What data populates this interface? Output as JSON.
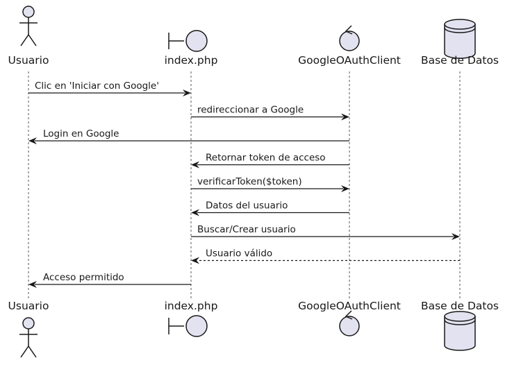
{
  "participants": [
    {
      "id": "usuario",
      "name": "Usuario",
      "kind": "actor",
      "icon": "actor-icon"
    },
    {
      "id": "index",
      "name": "index.php",
      "kind": "boundary",
      "icon": "boundary-icon"
    },
    {
      "id": "oauth",
      "name": "GoogleOAuthClient",
      "kind": "control",
      "icon": "control-icon"
    },
    {
      "id": "db",
      "name": "Base de Datos",
      "kind": "database",
      "icon": "database-icon"
    }
  ],
  "messages": [
    {
      "from": "usuario",
      "to": "index",
      "label": "Clic en 'Iniciar con Google'",
      "style": "solid"
    },
    {
      "from": "index",
      "to": "oauth",
      "label": "redireccionar a Google",
      "style": "solid"
    },
    {
      "from": "oauth",
      "to": "usuario",
      "label": "Login en Google",
      "style": "solid"
    },
    {
      "from": "oauth",
      "to": "index",
      "label": "Retornar token de acceso",
      "style": "solid"
    },
    {
      "from": "index",
      "to": "oauth",
      "label": "verificarToken($token)",
      "style": "solid"
    },
    {
      "from": "oauth",
      "to": "index",
      "label": "Datos del usuario",
      "style": "solid"
    },
    {
      "from": "index",
      "to": "db",
      "label": "Buscar/Crear usuario",
      "style": "solid"
    },
    {
      "from": "db",
      "to": "index",
      "label": "Usuario válido",
      "style": "dashed"
    },
    {
      "from": "index",
      "to": "usuario",
      "label": "Acceso permitido",
      "style": "solid"
    }
  ],
  "colors": {
    "participant_fill": "#E2E2F0",
    "stroke": "#181818",
    "lifeline": "#555555"
  }
}
